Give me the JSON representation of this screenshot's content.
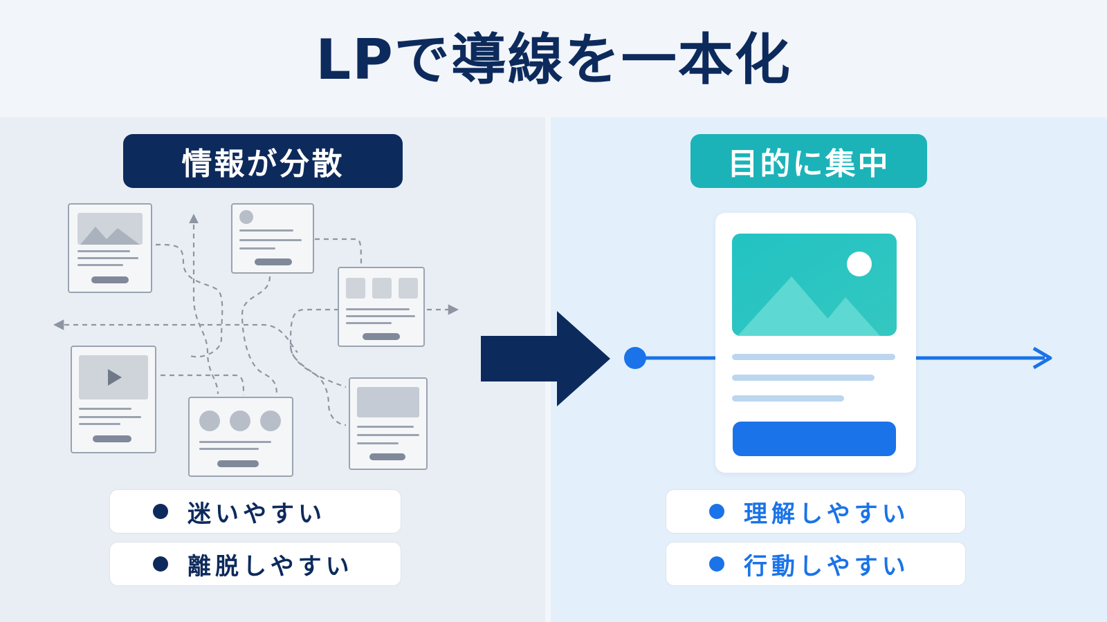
{
  "title": "LPで導線を一本化",
  "left": {
    "heading": "情報が分散",
    "points": [
      "迷いやすい",
      "離脱しやすい"
    ]
  },
  "right": {
    "heading": "目的に集中",
    "points": [
      "理解しやすい",
      "行動しやすい"
    ]
  },
  "colors": {
    "navy": "#0d2a5c",
    "teal": "#1bb3b8",
    "blue": "#1a73e8"
  },
  "icons": [
    "image-placeholder-icon",
    "play-icon",
    "arrow-right-icon",
    "dashed-arrow-icon"
  ]
}
